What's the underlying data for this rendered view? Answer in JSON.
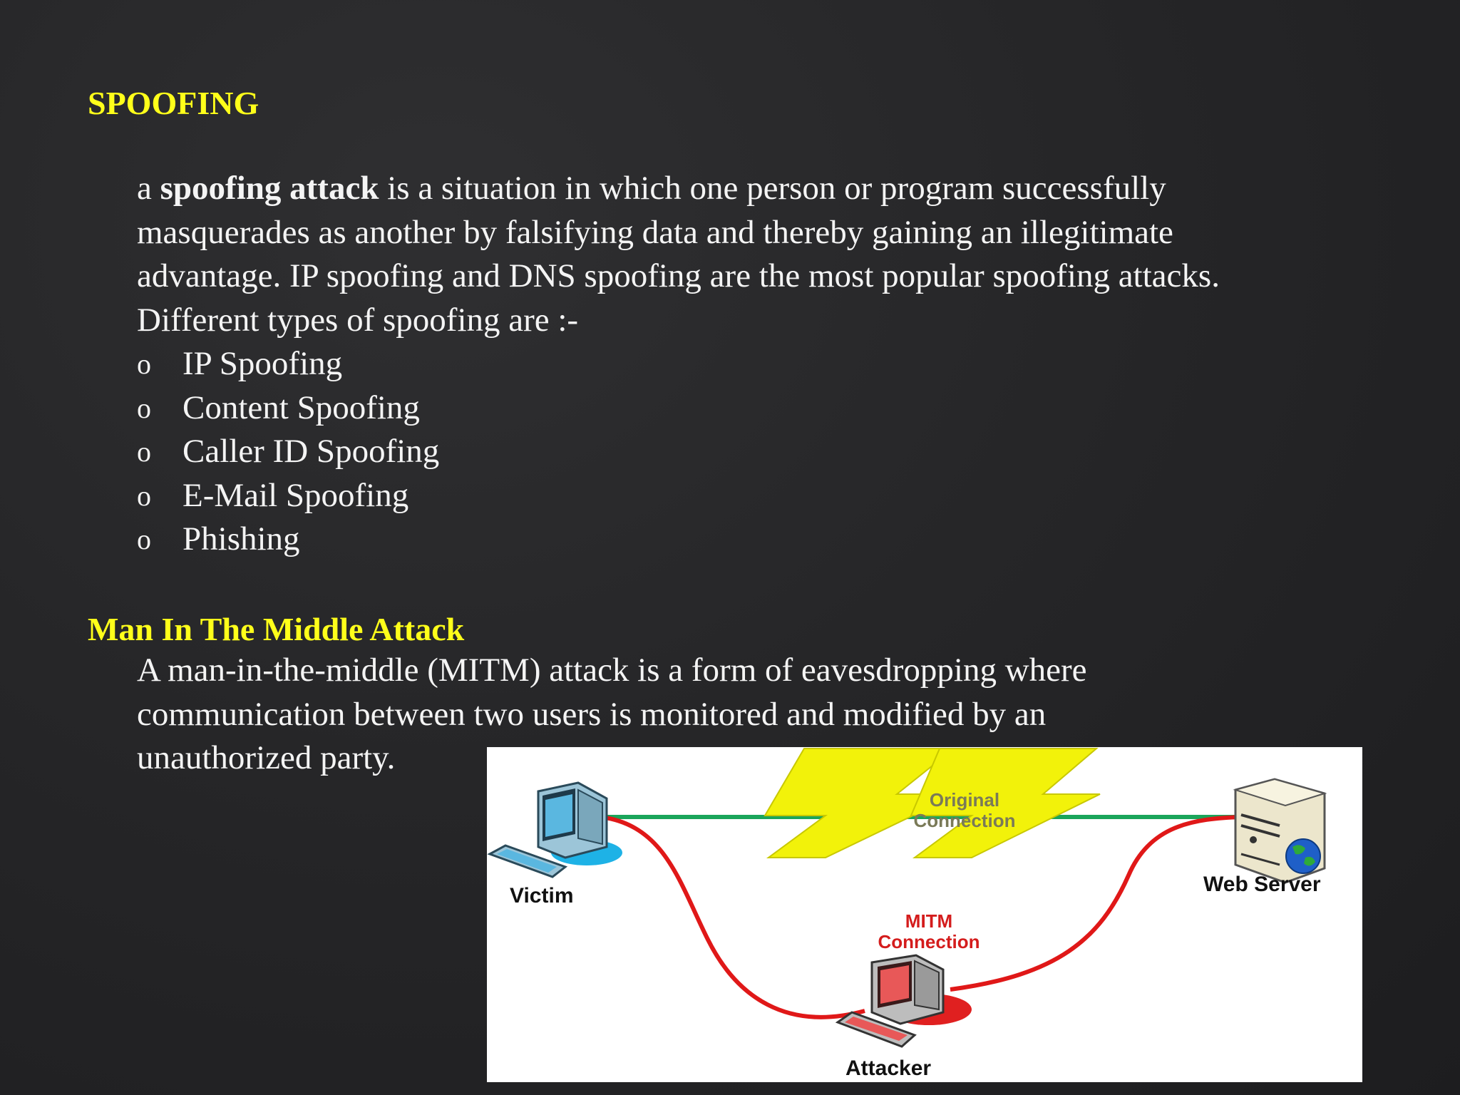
{
  "spoofing": {
    "heading": "SPOOFING",
    "intro_prefix": " a ",
    "intro_bold": "spoofing attack",
    "intro_rest_line1": " is a situation in which one person or program successfully",
    "line2": "masquerades as another by falsifying data and thereby gaining an illegitimate",
    "line3": "advantage. IP spoofing and DNS spoofing are the most popular spoofing attacks.",
    "line4": "Different types of spoofing are :-",
    "bullet_glyph": "o",
    "types": [
      "IP Spoofing",
      "Content Spoofing",
      "Caller ID Spoofing",
      "E-Mail Spoofing",
      "Phishing"
    ]
  },
  "mitm": {
    "heading": "Man In The Middle Attack",
    "line1": "A man-in-the-middle (MITM) attack is a form of eavesdropping where",
    "line2": "communication between two users is monitored and modified by an",
    "line3": "unauthorized party."
  },
  "diagram": {
    "victim_label": "Victim",
    "server_label": "Web Server",
    "attacker_label": "Attacker",
    "original_line1": "Original",
    "original_line2": "Connection",
    "mitm_line1": "MITM",
    "mitm_line2": "Connection",
    "colors": {
      "original_link": "#1aa55a",
      "mitm_link": "#e01818",
      "bolt": "#f2f20a",
      "victim_pc": "#5ab7e0",
      "attacker_pc": "#e85858"
    },
    "icons": [
      "victim-computer-icon",
      "web-server-icon",
      "attacker-computer-icon",
      "lightning-bolt-icon",
      "globe-icon"
    ]
  },
  "theme": {
    "heading_color": "#ffff1a",
    "text_color": "#f4f4f4",
    "background": "#252527"
  }
}
